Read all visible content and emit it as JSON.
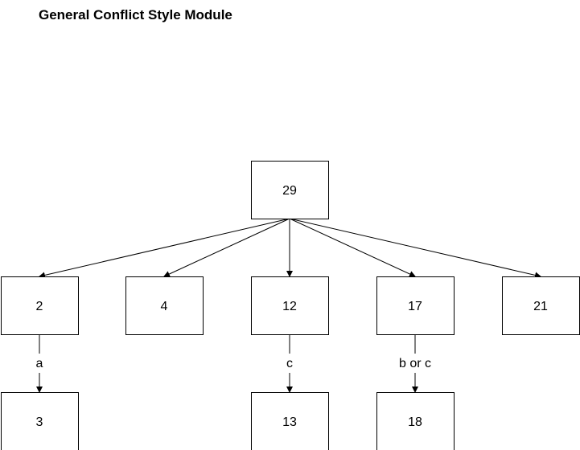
{
  "title": "General Conflict Style Module",
  "nodes": [
    {
      "id": "n29",
      "label": "29"
    },
    {
      "id": "n2",
      "label": "2"
    },
    {
      "id": "n4",
      "label": "4"
    },
    {
      "id": "n12",
      "label": "12"
    },
    {
      "id": "n17",
      "label": "17"
    },
    {
      "id": "n21",
      "label": "21"
    },
    {
      "id": "n3",
      "label": "3"
    },
    {
      "id": "n13",
      "label": "13"
    },
    {
      "id": "n18",
      "label": "18"
    }
  ],
  "edges": [
    {
      "from": "n29",
      "to": "n2",
      "label": ""
    },
    {
      "from": "n29",
      "to": "n4",
      "label": ""
    },
    {
      "from": "n29",
      "to": "n12",
      "label": ""
    },
    {
      "from": "n29",
      "to": "n17",
      "label": ""
    },
    {
      "from": "n29",
      "to": "n21",
      "label": ""
    },
    {
      "from": "n2",
      "to": "n3",
      "label": "a"
    },
    {
      "from": "n12",
      "to": "n13",
      "label": "c"
    },
    {
      "from": "n17",
      "to": "n18",
      "label": "b or c"
    }
  ],
  "colors": {
    "stroke": "#000000",
    "box_fill": "#ffffff",
    "text": "#000000"
  }
}
